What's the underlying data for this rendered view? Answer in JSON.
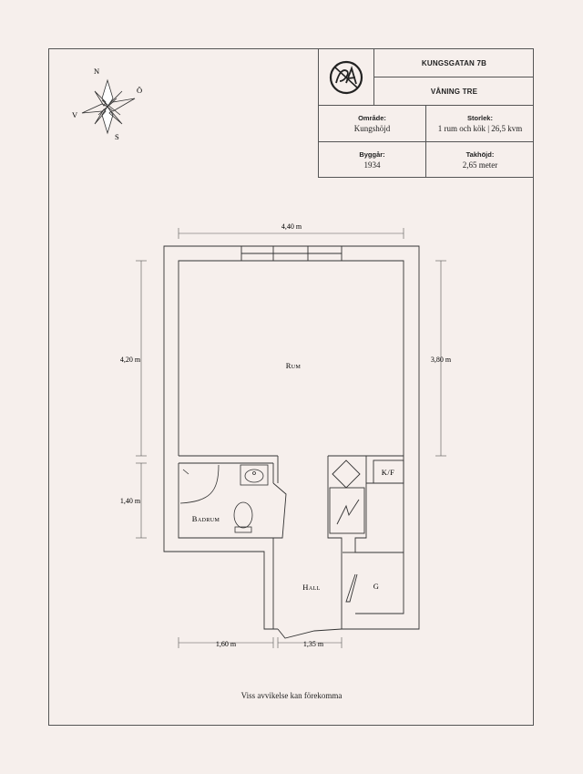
{
  "title_block": {
    "street": "KUNGSGATAN 7B",
    "floor": "VÅNING TRE",
    "area_label": "Område:",
    "area_value": "Kungshöjd",
    "size_label": "Storlek:",
    "size_value": "1 rum och kök | 26,5 kvm",
    "year_label": "Byggår:",
    "year_value": "1934",
    "height_label": "Takhöjd:",
    "height_value": "2,65 meter"
  },
  "compass": {
    "n": "N",
    "s": "S",
    "e": "Ö",
    "w": "V"
  },
  "rooms": {
    "rum": "Rum",
    "badrum": "Badrum",
    "hall": "Hall",
    "kf": "K/F",
    "g": "G"
  },
  "dimensions": {
    "top_width": "4,40 m",
    "left_height_upper": "4,20 m",
    "left_height_lower": "1,40 m",
    "right_height": "3,80 m",
    "bottom_left": "1,60 m",
    "bottom_right": "1,35 m"
  },
  "footer": "Viss avvikelse kan förekomma",
  "colors": {
    "background": "#f6efec",
    "line": "#333333"
  }
}
